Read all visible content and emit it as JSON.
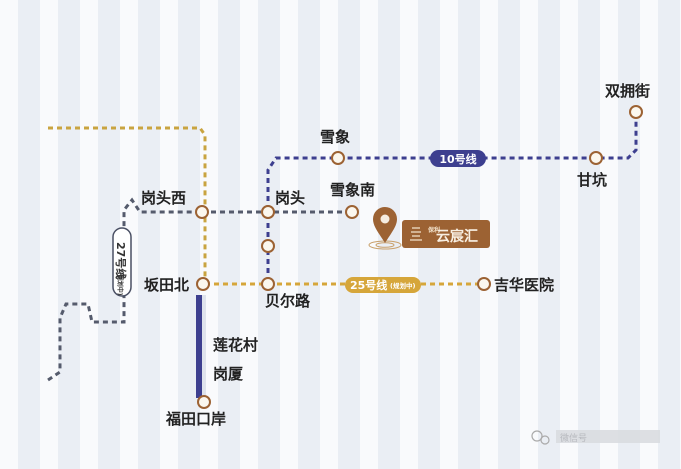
{
  "stations": {
    "shuangyongjie": "双拥街",
    "xuexiang": "雪象",
    "gankeng": "甘坑",
    "gangtouxi": "岗头西",
    "gangtou": "岗头",
    "xuexiangnan": "雪象南",
    "bantianbei": "坂田北",
    "beierlu": "贝尔路",
    "jihuayiyuan": "吉华医院",
    "lianhuacun": "莲花村",
    "gangxia": "岗厦",
    "futiankouan": "福田口岸"
  },
  "lines": {
    "line10": {
      "label": "10号线",
      "color": "#3d3f8f"
    },
    "line25": {
      "label": "25号线",
      "note": "(规划中)",
      "color": "#d6a63a"
    },
    "line27": {
      "label": "27号线",
      "note": "(规划中)",
      "color": "#4a5064"
    }
  },
  "project": {
    "name": "云宸汇",
    "small_text": "保利",
    "color": "#9c6233"
  },
  "watermark": "微信号"
}
